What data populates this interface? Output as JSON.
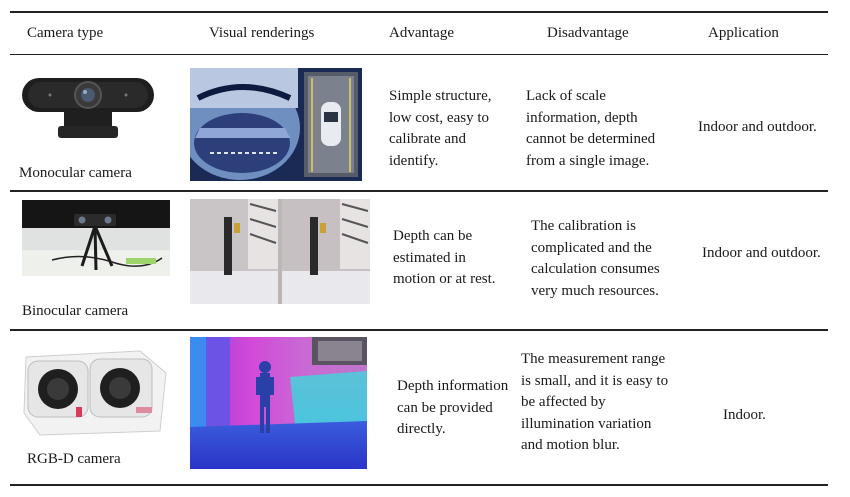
{
  "table": {
    "headers": {
      "camera_type": "Camera type",
      "visual": "Visual renderings",
      "advantage": "Advantage",
      "disadvantage": "Disadvantage",
      "application": "Application"
    },
    "rows": [
      {
        "camera": "Monocular camera",
        "advantage": [
          "Simple structure,",
          "low cost, easy to",
          "calibrate and",
          "identify."
        ],
        "disadvantage": [
          "Lack of scale",
          "information, depth",
          "cannot be determined",
          "from a single image."
        ],
        "application": "Indoor and outdoor."
      },
      {
        "camera": "Binocular camera",
        "advantage": [
          "Depth can be",
          "estimated in",
          "motion or at rest."
        ],
        "disadvantage": [
          "The calibration is",
          "complicated and the",
          "calculation consumes",
          "very much resources."
        ],
        "application": "Indoor and outdoor."
      },
      {
        "camera": "RGB-D camera",
        "advantage": [
          "Depth information",
          "can be provided",
          "directly."
        ],
        "disadvantage": [
          "The measurement range",
          "is small, and it is easy to",
          "be affected by",
          "illumination variation",
          "and motion blur."
        ],
        "application": "Indoor."
      }
    ]
  }
}
